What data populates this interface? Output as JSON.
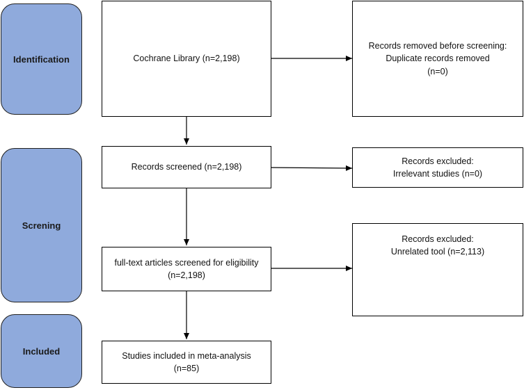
{
  "phases": {
    "identification": "Identification",
    "screening": "Screning",
    "included": "Included"
  },
  "boxes": {
    "cochrane": {
      "lines": [
        "Cochrane Library (n=2,198)"
      ]
    },
    "removed": {
      "lines": [
        "Records removed before screening:",
        "Duplicate records removed",
        "(n=0)"
      ]
    },
    "screened": {
      "lines": [
        "Records screened (n=2,198)"
      ]
    },
    "excluded_irrelevant": {
      "lines": [
        "Records excluded:",
        "Irrelevant studies (n=0)"
      ]
    },
    "fulltext": {
      "lines": [
        "full-text articles screened for eligibility",
        "(n=2,198)"
      ]
    },
    "excluded_unrelated": {
      "lines": [
        "Records excluded:",
        "Unrelated tool (n=2,113)"
      ]
    },
    "included_studies": {
      "lines": [
        "Studies included in meta-analysis",
        "(n=85)"
      ]
    }
  },
  "colors": {
    "phase_fill": "#8faadc",
    "border": "#000000"
  }
}
